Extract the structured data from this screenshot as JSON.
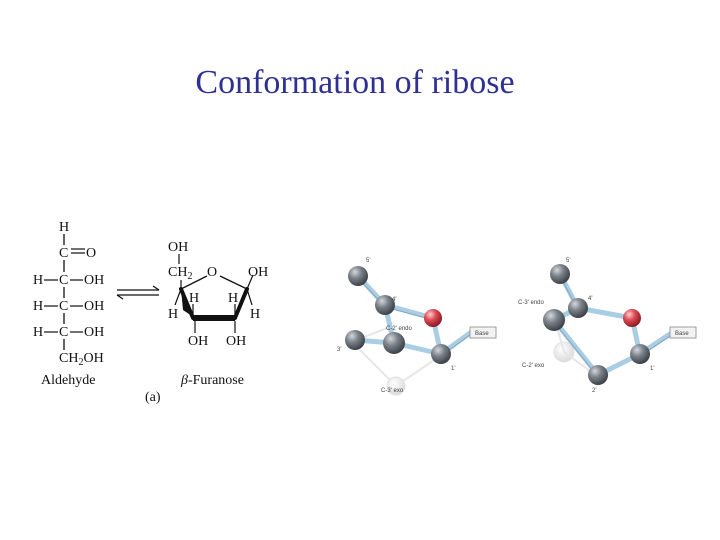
{
  "slide": {
    "title": "Conformation of ribose"
  },
  "fischer": {
    "top_h": "H",
    "carbonyl": "C",
    "oxygen": "O",
    "rows": [
      {
        "left": "H",
        "center": "C",
        "right": "OH"
      },
      {
        "left": "H",
        "center": "C",
        "right": "OH"
      },
      {
        "left": "H",
        "center": "C",
        "right": "OH"
      }
    ],
    "bottom": "CH",
    "bottom_sub": "2",
    "bottom_tail": "OH",
    "caption": "Aldehyde"
  },
  "furanose": {
    "ch2oh_oh": "OH",
    "ch2": "CH",
    "ch2_sub": "2",
    "ring_o": "O",
    "oh_right": "OH",
    "h_in_left": "H",
    "h_in_right": "H",
    "h_out_left": "H",
    "h_out_right": "H",
    "oh_bottom_left": "OH",
    "oh_bottom_right": "OH",
    "caption_greek": "β",
    "caption_rest": "-Furanose",
    "panel_label": "(a)"
  },
  "model_left": {
    "label_5p": "5'",
    "label_4p": "4'",
    "label_3p": "3'",
    "label_1p": "1'",
    "label_endo": "C-2' endo",
    "label_exo": "C-3' exo",
    "base": "Base"
  },
  "model_right": {
    "label_5p": "5'",
    "label_4p": "4'",
    "label_2p": "2'",
    "label_1p": "1'",
    "label_endo": "C-3' endo",
    "label_exo": "C-2' exo",
    "base": "Base"
  },
  "colors": {
    "title": "#2e3192",
    "carbon": "#6e747c",
    "oxygen": "#d94a52",
    "bond": "#a9cde3"
  }
}
